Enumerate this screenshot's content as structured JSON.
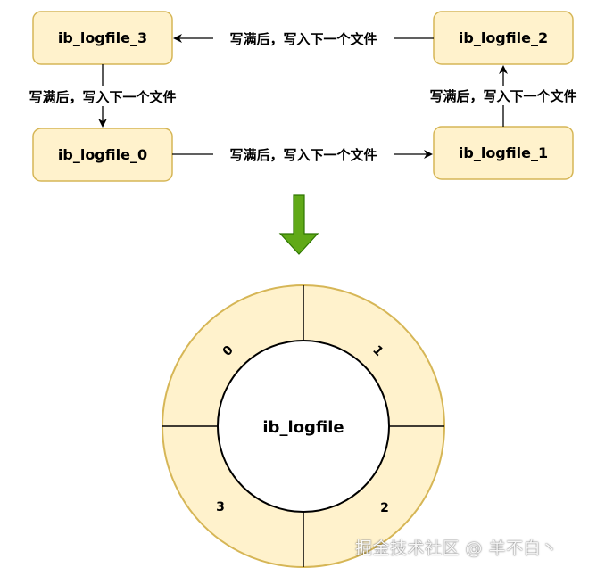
{
  "colors": {
    "node_fill": "#fff2cc",
    "node_stroke": "#d6b656",
    "ring_fill": "#fff2cc",
    "ring_stroke": "#d6b656",
    "arrow_green": "#60a917",
    "arrow_green_stroke": "#2d7600",
    "edge": "#000000"
  },
  "nodes": {
    "file3": "ib_logfile_3",
    "file2": "ib_logfile_2",
    "file0": "ib_logfile_0",
    "file1": "ib_logfile_1"
  },
  "edges": {
    "e2_to_3": "写满后，写入下一个文件",
    "e3_to_0": "写满后，写入下一个文件",
    "e0_to_1": "写满后，写入下一个文件",
    "e1_to_2": "写满后，写入下一个文件"
  },
  "ring": {
    "center": "ib_logfile",
    "segments": [
      "0",
      "1",
      "2",
      "3"
    ]
  },
  "watermark": "掘金技术社区 @ 羊不白丶"
}
